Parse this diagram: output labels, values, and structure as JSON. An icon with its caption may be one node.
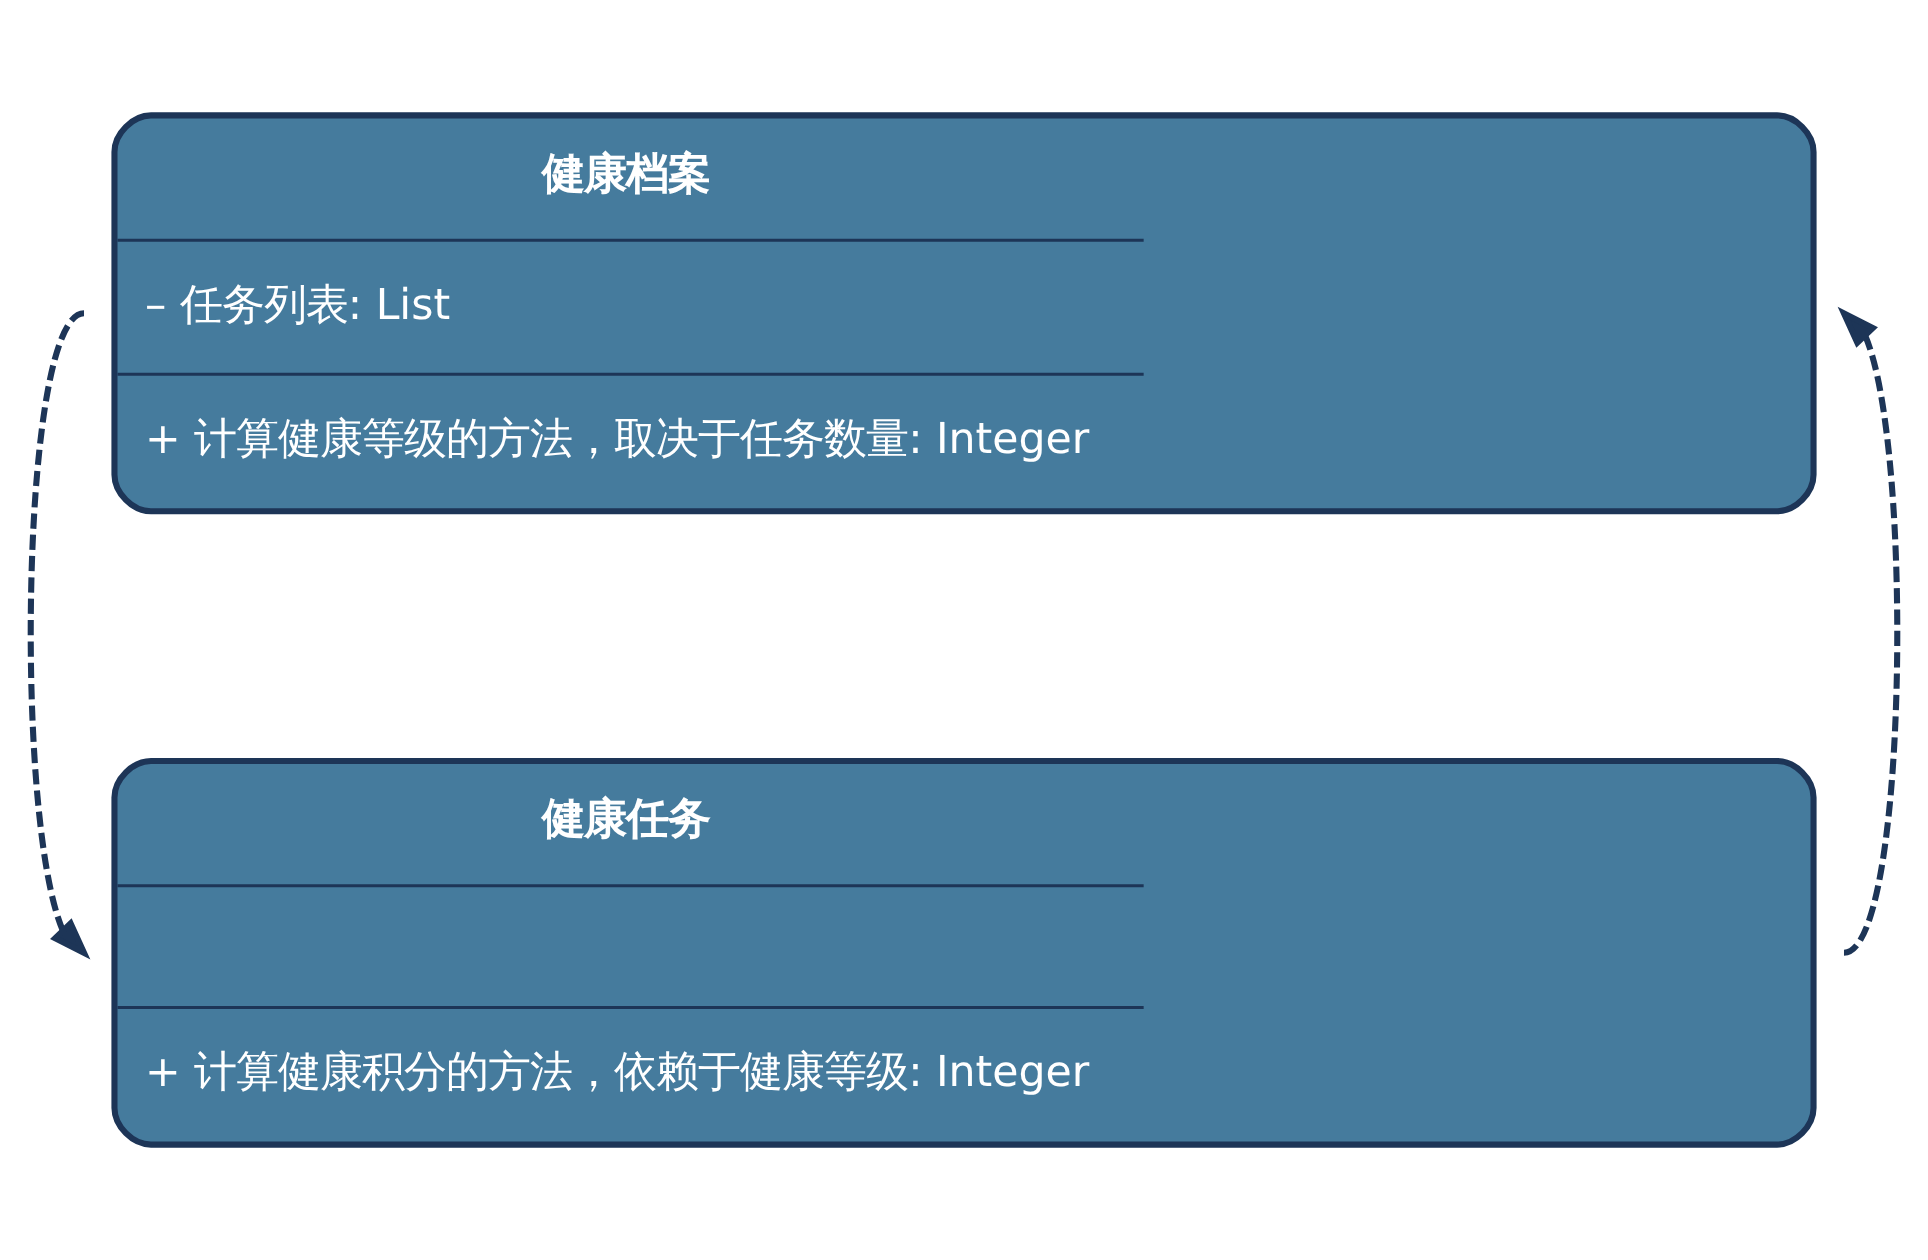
{
  "diagram": {
    "nodes": [
      {
        "text": [
          "健康档案",
          "– 任务列表: List",
          "+ 计算健康等级的方法，取决于任务数量: Integer"
        ]
      },
      {
        "text": [
          "健康任务",
          "+ 计算健康积分的方法，依赖于健康等级: Integer"
        ]
      }
    ],
    "edges": [
      {
        "from": 0,
        "to": 1,
        "arrow": "to",
        "style": "dashed"
      },
      {
        "from": 1,
        "to": 0,
        "arrow": "to",
        "style": "dashed"
      }
    ]
  }
}
